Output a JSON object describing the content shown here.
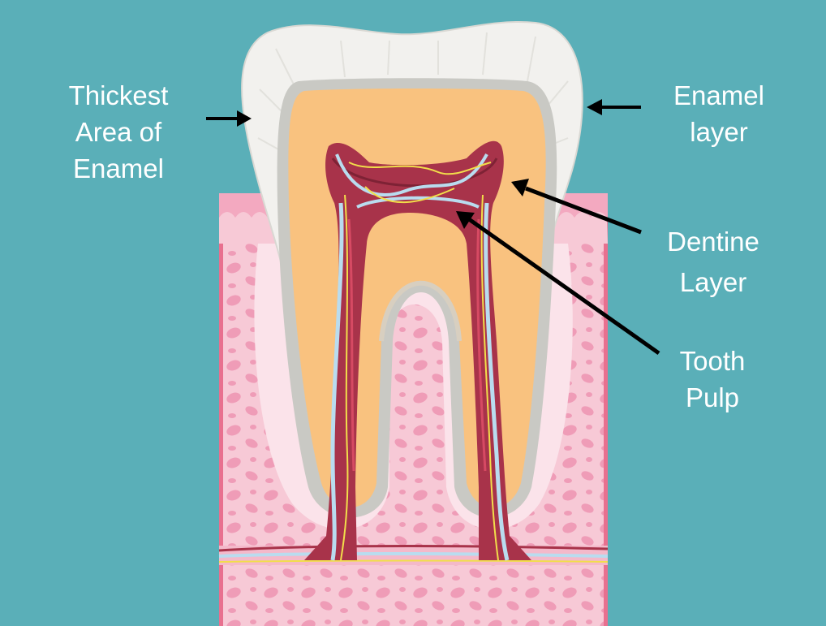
{
  "labels": {
    "thickest_enamel": {
      "line1": "Thickest",
      "line2": "Area of",
      "line3": "Enamel"
    },
    "enamel_layer": {
      "line1": "Enamel",
      "line2": "layer"
    },
    "dentine_layer": {
      "line1": "Dentine",
      "line2": "Layer"
    },
    "tooth_pulp": {
      "line1": "Tooth",
      "line2": "Pulp"
    }
  },
  "colors": {
    "background": "#5aafb8",
    "enamel": "#f4f4f2",
    "dentine": "#f9c27f",
    "pulp": "#a8334a",
    "gum": "#f3a9c0",
    "bone": "#f7c9d6",
    "nerve": "#f2de4a",
    "vessel": "#b9dcef",
    "arrow": "#000000",
    "label_text": "#ffffff"
  }
}
